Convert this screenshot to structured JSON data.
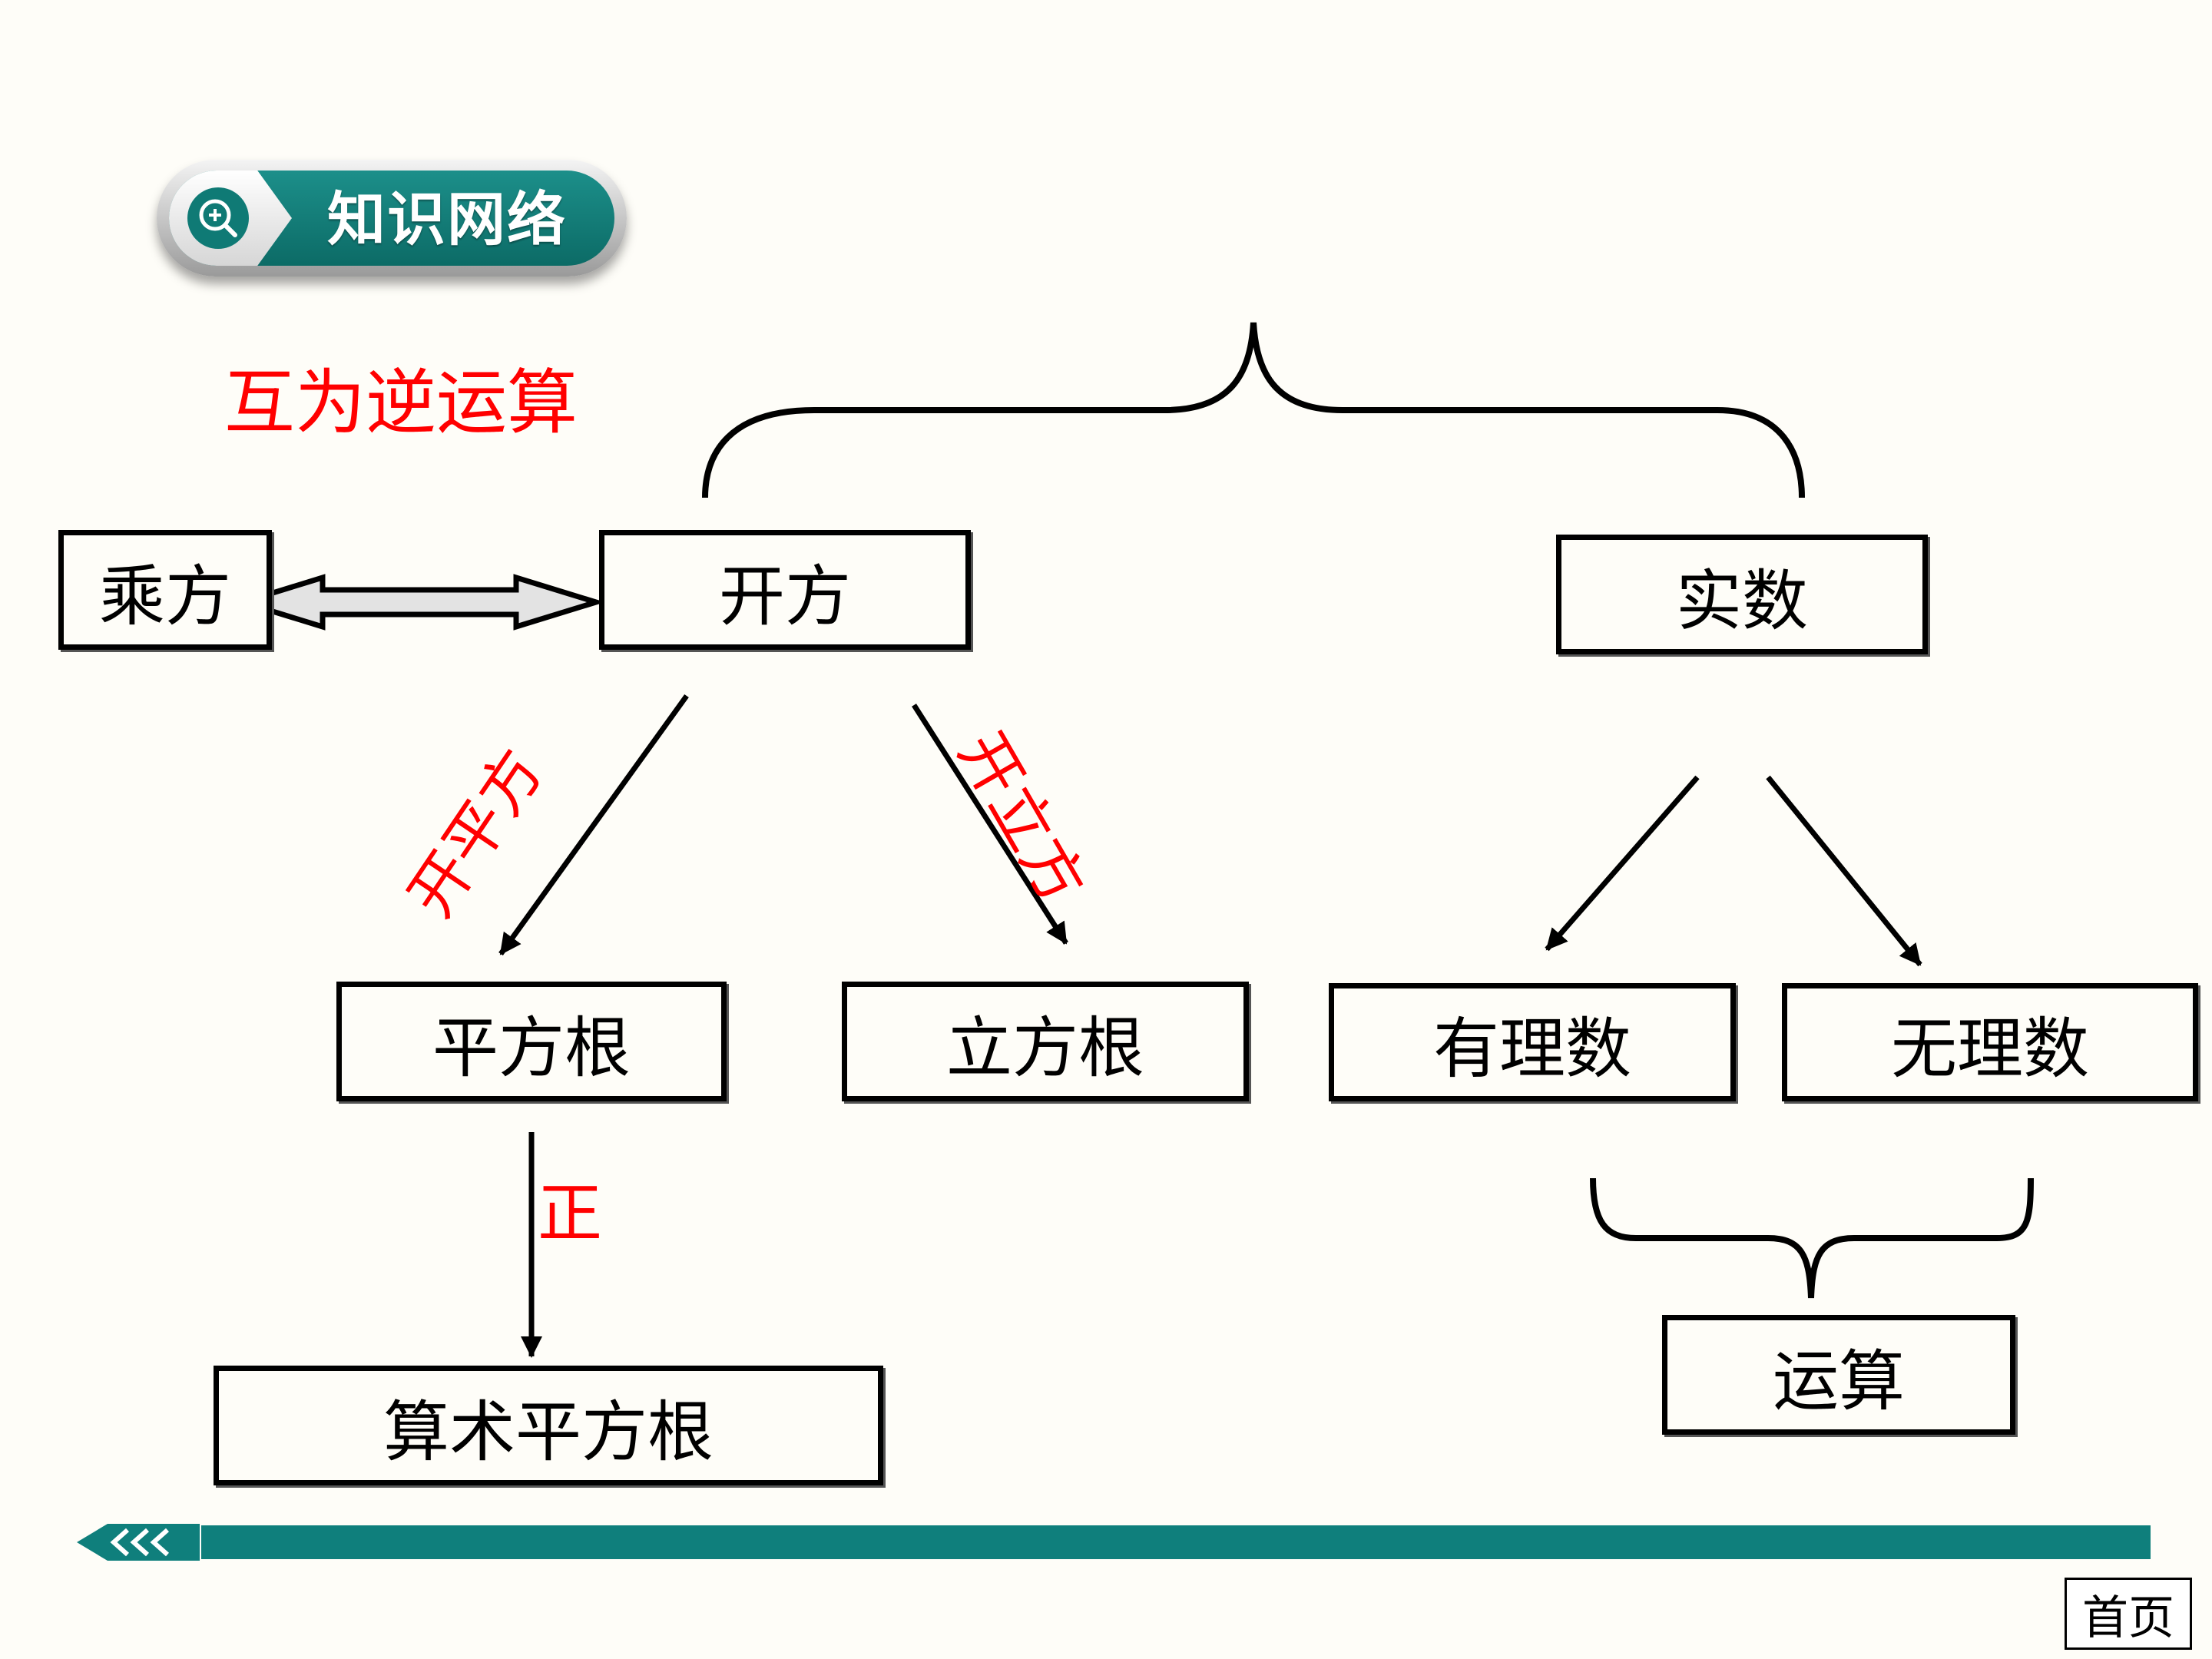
{
  "header": {
    "title": "知识网络"
  },
  "relation_label": "互为逆运算",
  "nodes": {
    "chengfang": "乘方",
    "kaifang": "开方",
    "shishu": "实数",
    "pingfanggen": "平方根",
    "lifanggen": "立方根",
    "youlishu": "有理数",
    "wulishu": "无理数",
    "suanshu": "算术平方根",
    "yunsuan": "运算"
  },
  "edge_labels": {
    "kaipingfang": "开平方",
    "kailifang": "开立方",
    "zheng": "正"
  },
  "footer": {
    "home_label": "首页"
  },
  "colors": {
    "accent": "#0f7f7c",
    "label_red": "#ff0000",
    "background": "#fefdf8"
  }
}
